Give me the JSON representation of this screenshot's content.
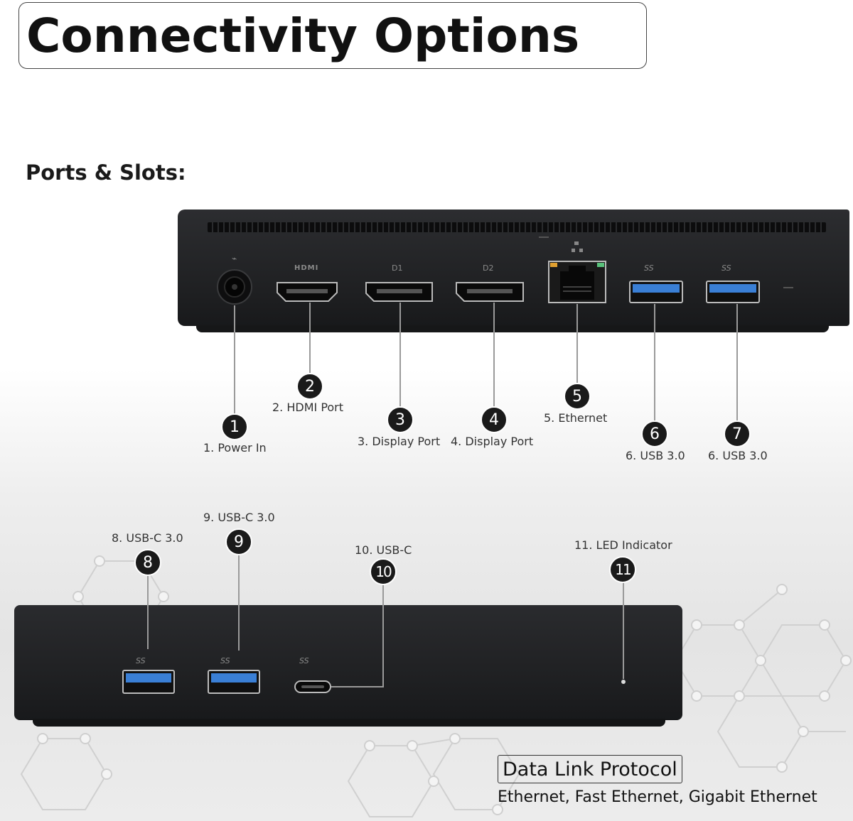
{
  "header": {
    "title": "Connectivity Options"
  },
  "section": {
    "subtitle": "Ports & Slots:"
  },
  "top_panel": {
    "port_icons": {
      "hdmi": "HDMI",
      "dp1": "D1",
      "dp2": "D2",
      "usb_a": "SS"
    },
    "ports": [
      {
        "number": "1",
        "label": "1. Power In",
        "icon": "power-jack-icon"
      },
      {
        "number": "2",
        "label": "2. HDMI Port",
        "icon": "hdmi-port-icon"
      },
      {
        "number": "3",
        "label": "3. Display Port",
        "icon": "displayport-icon"
      },
      {
        "number": "4",
        "label": "4. Display Port",
        "icon": "displayport-icon"
      },
      {
        "number": "5",
        "label": "5. Ethernet",
        "icon": "ethernet-port-icon"
      },
      {
        "number": "6",
        "label": "6. USB 3.0",
        "icon": "usb-a-port-icon"
      },
      {
        "number": "7",
        "label": "6. USB 3.0",
        "icon": "usb-a-port-icon"
      }
    ]
  },
  "bottom_panel": {
    "port_icons": {
      "usb": "SS"
    },
    "ports": [
      {
        "number": "8",
        "label": "8. USB-C 3.0",
        "icon": "usb-a-port-icon"
      },
      {
        "number": "9",
        "label": "9. USB-C 3.0",
        "icon": "usb-a-port-icon"
      },
      {
        "number": "10",
        "label": "10. USB-C",
        "icon": "usb-c-port-icon"
      },
      {
        "number": "11",
        "label": "11. LED Indicator",
        "icon": "led-indicator-icon"
      }
    ]
  },
  "footer": {
    "title": "Data Link Protocol",
    "text": "Ethernet, Fast Ethernet, Gigabit Ethernet"
  },
  "colors": {
    "device_body": "#232426",
    "badge": "#1a1a1a",
    "usb_blue": "#3a7fd5",
    "led_amber": "#e0a030",
    "led_green": "#58c07a"
  }
}
